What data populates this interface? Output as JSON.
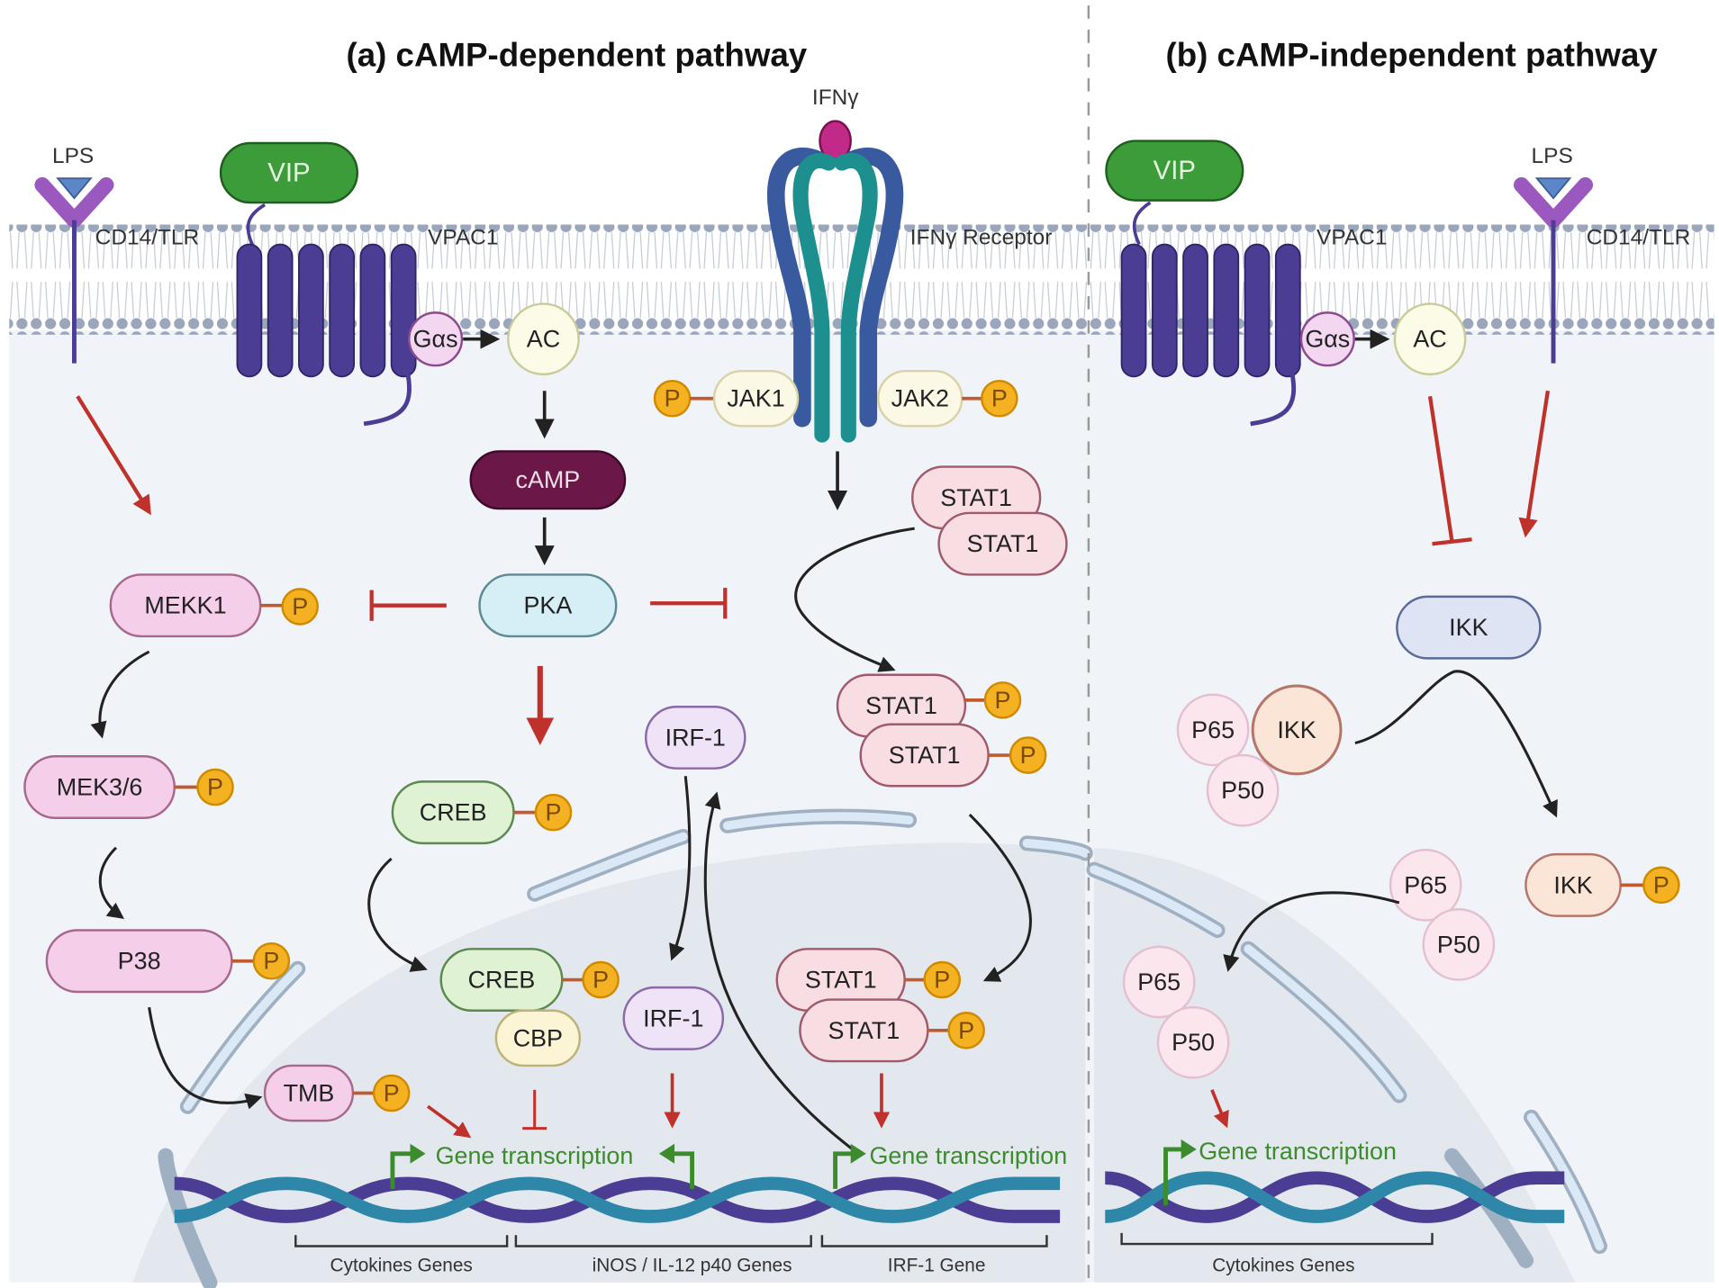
{
  "panels": {
    "a": {
      "title": "(a) cAMP-dependent pathway"
    },
    "b": {
      "title": "(b) cAMP-independent pathway"
    }
  },
  "labels": {
    "lps": "LPS",
    "cd14_tlr": "CD14/TLR",
    "vip": "VIP",
    "vpac1": "VPAC1",
    "ifng": "IFNγ",
    "ifng_receptor": "IFNγ Receptor",
    "gas": "Gαs",
    "ac": "AC",
    "camp": "cAMP",
    "pka": "PKA",
    "jak1": "JAK1",
    "jak2": "JAK2",
    "stat1": "STAT1",
    "mekk1": "MEKK1",
    "mek36": "MEK3/6",
    "p38": "P38",
    "creb": "CREB",
    "cbp": "CBP",
    "irf1": "IRF-1",
    "tmb": "TMB",
    "ikk": "IKK",
    "p65": "P65",
    "p50": "P50",
    "phospho": "P",
    "gene_transcription": "Gene transcription"
  },
  "brackets": {
    "cytokines": "Cytokines Genes",
    "inos": "iNOS / IL-12 p40 Genes",
    "irf1_gene": "IRF-1 Gene",
    "cytokines_b": "Cytokines Genes"
  },
  "colors": {
    "activation_arrow": "#c0312b",
    "inhibition": "#c0312b",
    "flow_arrow": "#222222",
    "gene_text": "#3c8c2e",
    "receptor_purple": "#4b3d94",
    "vip_green": "#3d9c3a",
    "camp_maroon": "#6b1848",
    "phospho_orange": "#f4b223"
  }
}
